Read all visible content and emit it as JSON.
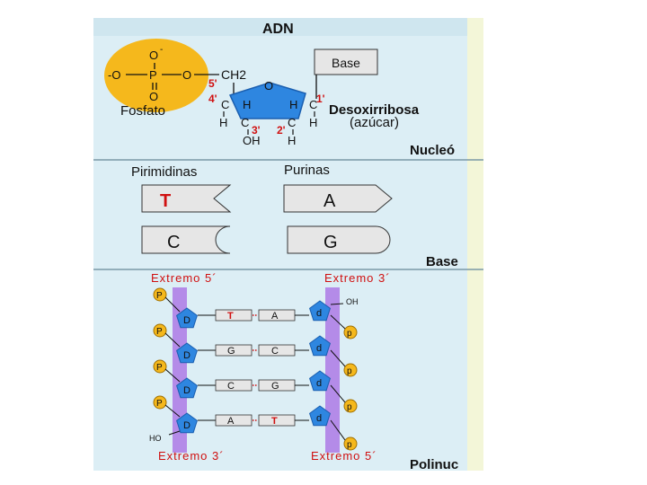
{
  "colors": {
    "panel_bg": "#dceef5",
    "right_strip": "#f3f6d8",
    "sugar_blue": "#2e86e0",
    "phosphate_orange": "#f5b81c",
    "backbone_violet": "#b48be8",
    "label_red": "#d01010",
    "base_gray": "#e6e6e6"
  },
  "nucleotide": {
    "title": "ADN",
    "oxygen_top": "O",
    "minus": "-",
    "o_left": "-O",
    "p": "P",
    "o_right": "O",
    "o_bottom": "O",
    "ch2": "CH2",
    "label_5": "5'",
    "label_4": "4'",
    "label_1": "1'",
    "label_3": "3'",
    "label_2": "2'",
    "ring_o": "O",
    "c": "C",
    "h": "H",
    "oh": "OH",
    "fosfato": "Fosfato",
    "base_box": "Base",
    "desoxirribosa": "Desoxirribosa",
    "azucar": "(azúcar)",
    "section_label": "Nucleó"
  },
  "bases": {
    "pirimidinas": "Pirimidinas",
    "purinas": "Purinas",
    "t": "T",
    "a": "A",
    "c": "C",
    "g": "G",
    "section_label": "Base"
  },
  "polynucleotide": {
    "top_left": "Extremo 5´",
    "top_right": "Extremo 3´",
    "bottom_left": "Extremo 3´",
    "bottom_right": "Extremo 5´",
    "oh_top": "OH",
    "ho_bottom": "HO",
    "p": "P",
    "d": "D",
    "d_lower": "d",
    "p_lower": "p",
    "pairs": [
      {
        "left": "T",
        "right": "A"
      },
      {
        "left": "G",
        "right": "C"
      },
      {
        "left": "C",
        "right": "G"
      },
      {
        "left": "A",
        "right": "T"
      }
    ],
    "section_label": "Polinuc"
  }
}
